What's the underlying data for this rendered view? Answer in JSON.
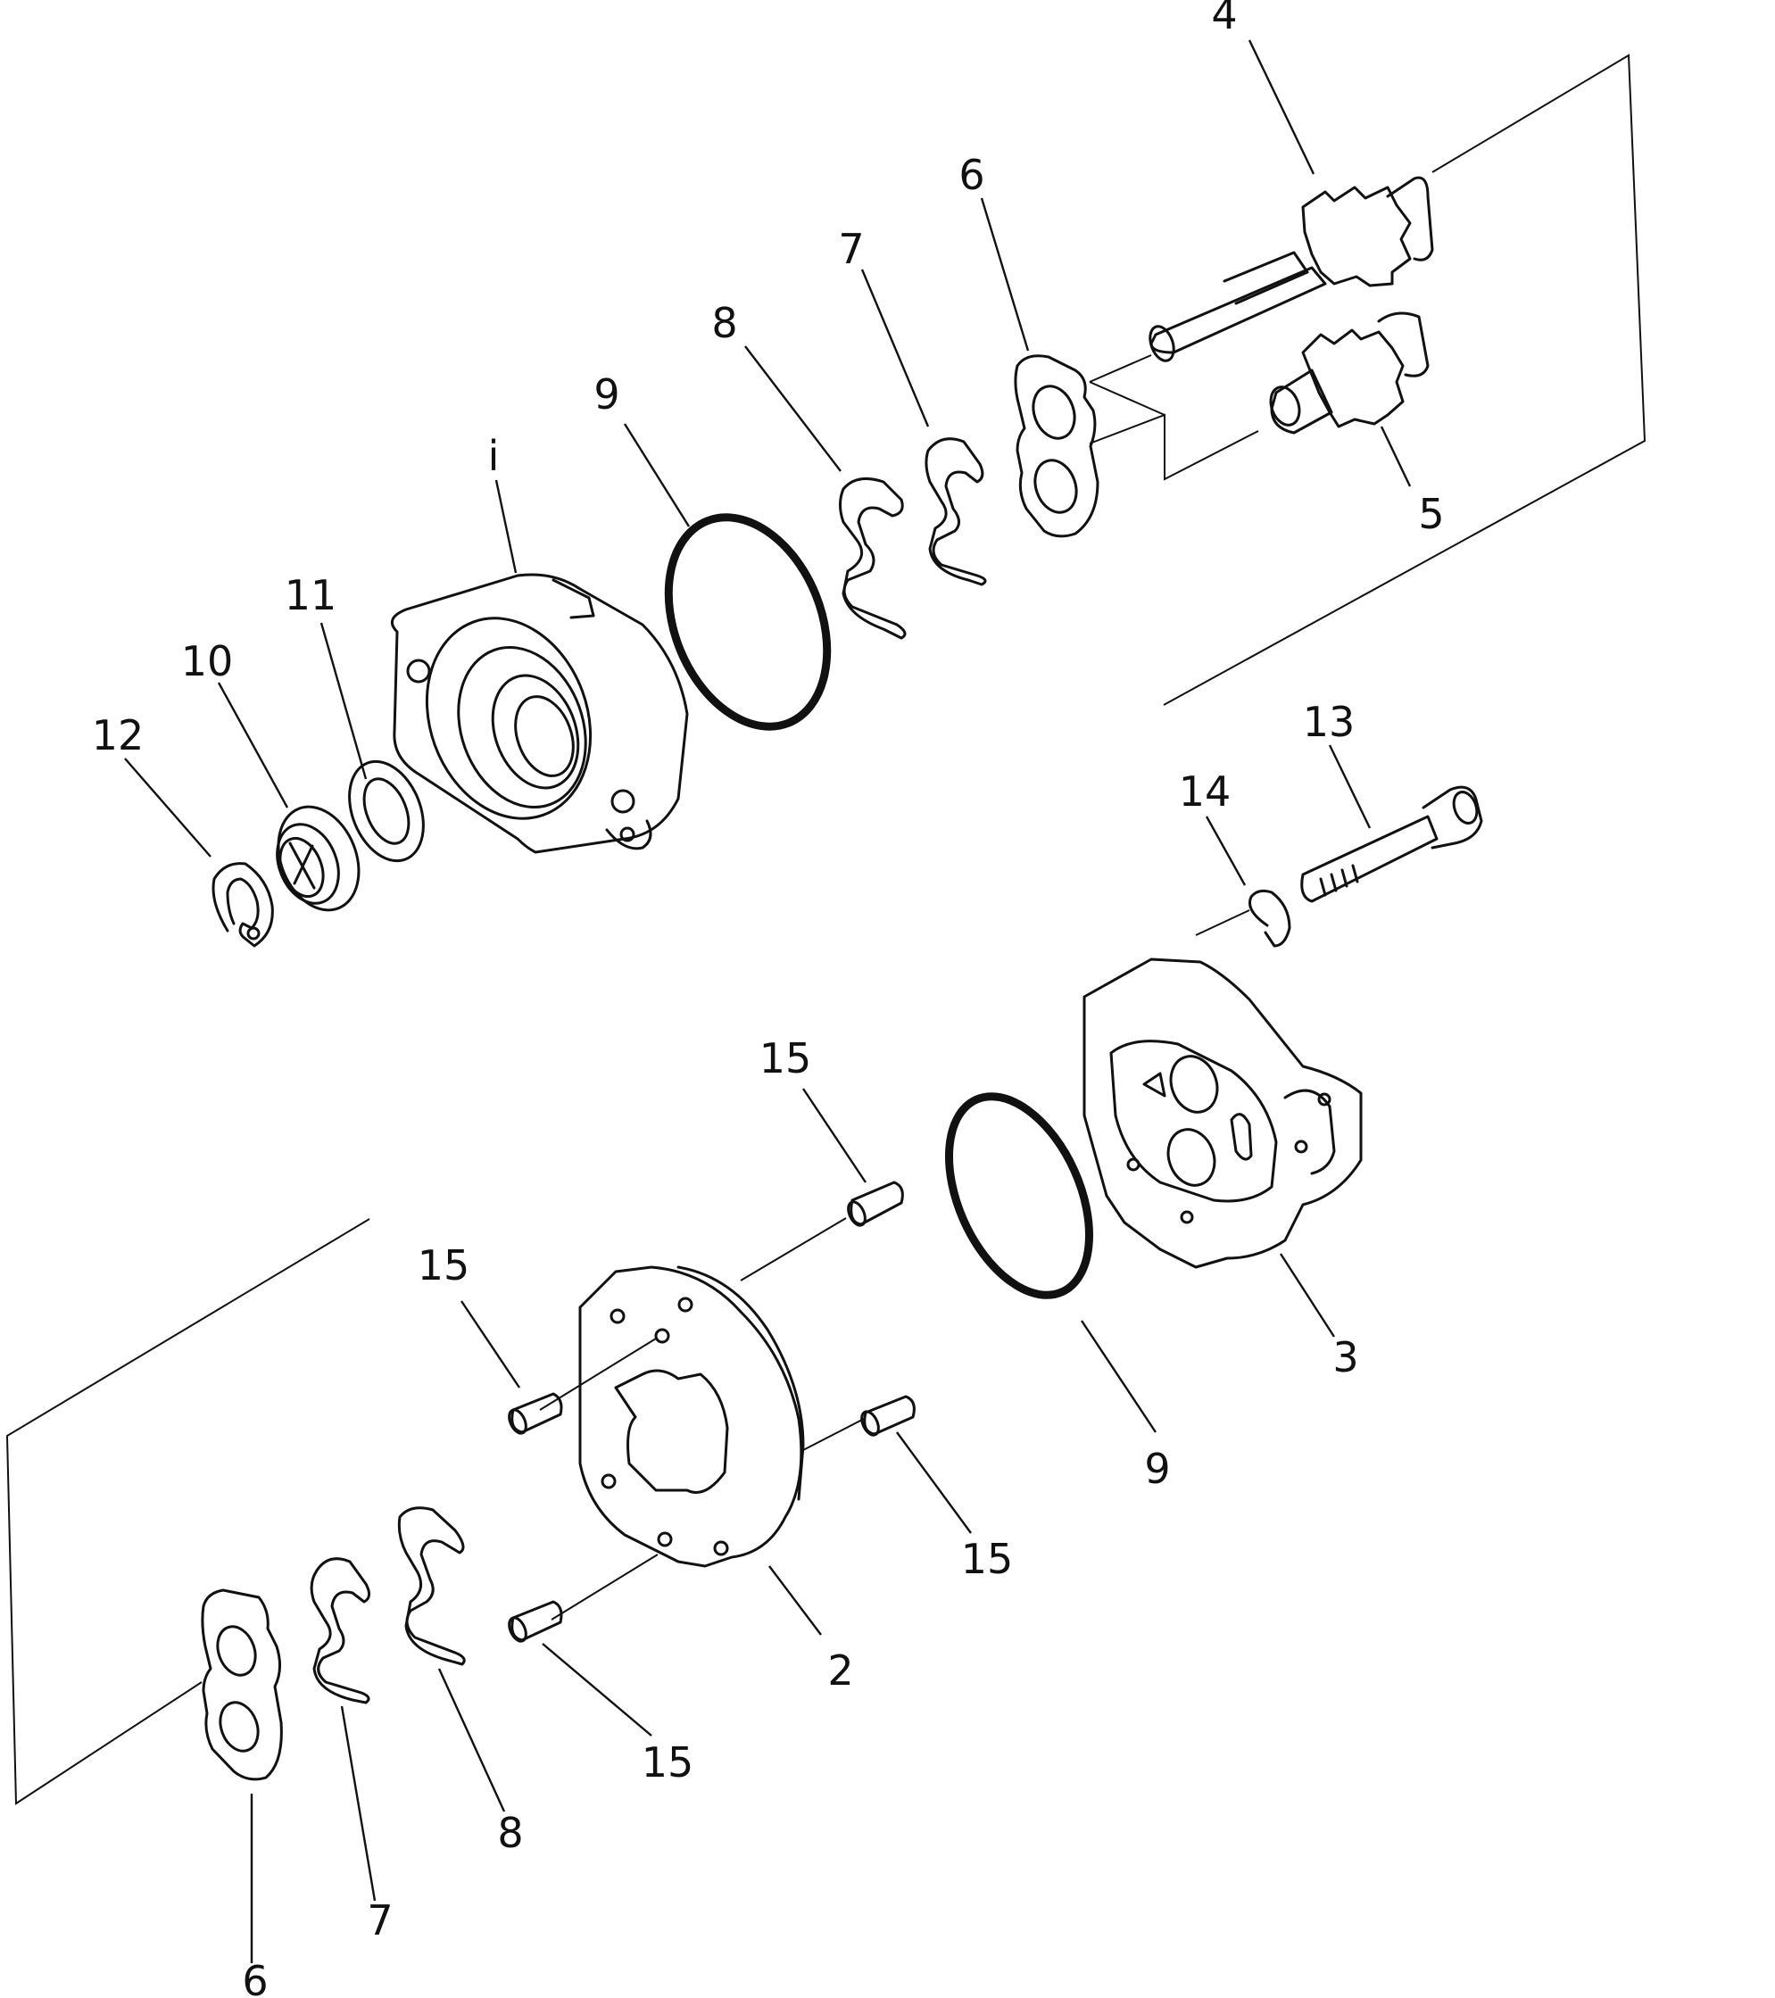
{
  "callouts": {
    "c1": "i",
    "c2": "2",
    "c3": "3",
    "c4": "4",
    "c5": "5",
    "c6_top": "6",
    "c6_bottom": "6",
    "c7_top": "7",
    "c7_bottom": "7",
    "c8_top": "8",
    "c8_bottom": "8",
    "c9_top": "9",
    "c9_bottom": "9",
    "c10": "10",
    "c11": "11",
    "c12": "12",
    "c13": "13",
    "c14": "14",
    "c15_a": "15",
    "c15_b": "15",
    "c15_c": "15",
    "c15_d": "15"
  }
}
